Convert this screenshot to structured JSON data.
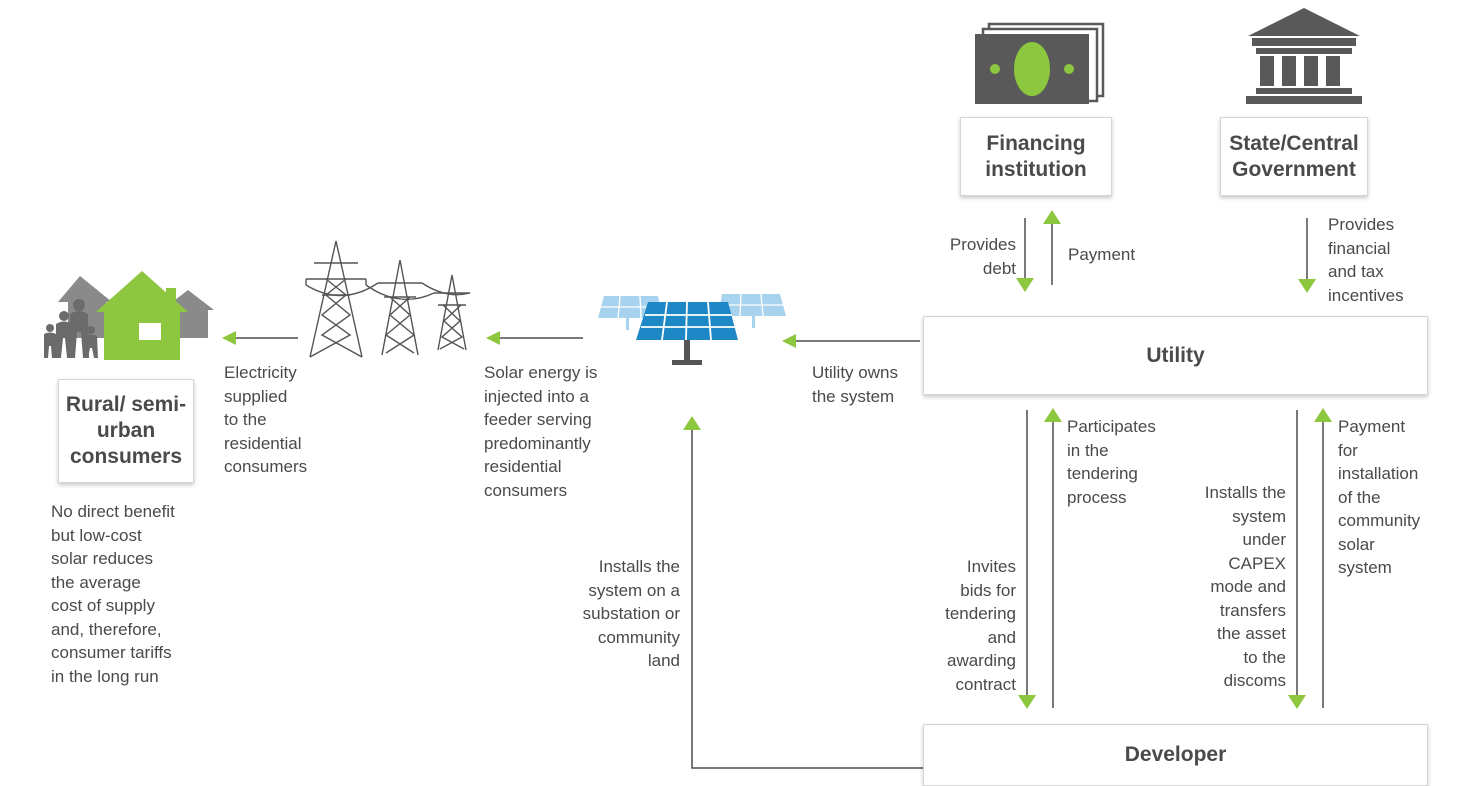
{
  "colors": {
    "arrow": "#8dc63f",
    "line": "#4d4d4d",
    "icon_dark": "#595959",
    "icon_grey": "#8a8a8a",
    "house_green": "#8dc63f",
    "panel_blue": "#1e88c7"
  },
  "nodes": {
    "consumers": "Rural/\nsemi-urban\nconsumers",
    "financing": "Financing\ninstitution",
    "government": "State/Central\nGovernment",
    "utility": "Utility",
    "developer": "Developer"
  },
  "labels": {
    "consumer_note": "No direct benefit\nbut low-cost\nsolar reduces\nthe average\ncost of supply\nand, therefore,\nconsumer tariffs\nin the long run",
    "electricity": "Electricity\nsupplied\nto the\nresidential\nconsumers",
    "solar_energy": "Solar energy is\ninjected into a\nfeeder serving\npredominantly\nresidential\nconsumers",
    "utility_owns": "Utility owns\nthe system",
    "provides_debt": "Provides\ndebt",
    "payment": "Payment",
    "provides_incentives": "Provides\nfinancial\nand tax\nincentives",
    "participates": "Participates\nin the\ntendering\nprocess",
    "invites_bids": "Invites\nbids for\ntendering\nand\nawarding\ncontract",
    "installs_capex": "Installs the\nsystem\nunder\nCAPEX\nmode and\ntransfers\nthe asset\nto the\ndiscoms",
    "payment_installation": "Payment\nfor\ninstallation\nof the\ncommunity\nsolar\nsystem",
    "installs_substation": "Installs the\nsystem on a\nsubstation or\ncommunity\nland"
  },
  "icons": [
    "house-family-icon",
    "transmission-tower-icon",
    "solar-panel-icon",
    "money-bill-icon",
    "government-building-icon"
  ]
}
